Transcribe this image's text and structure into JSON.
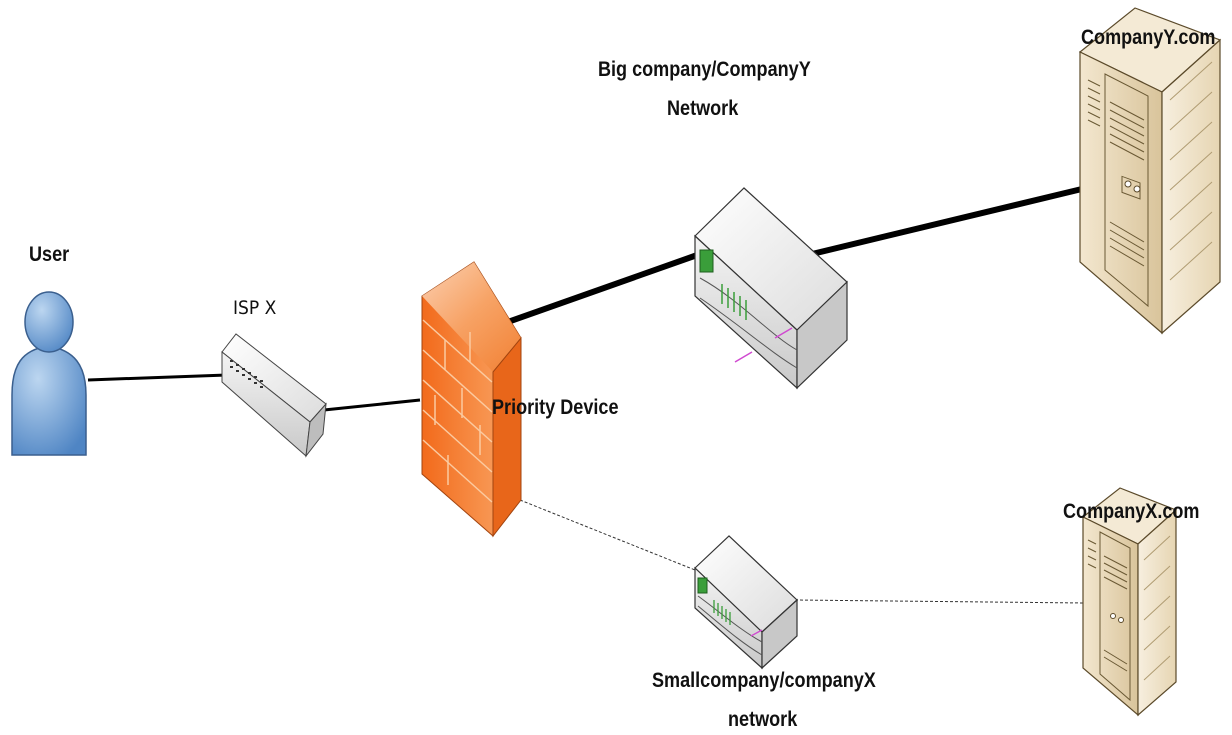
{
  "diagram": {
    "nodes": {
      "user": {
        "label": "User",
        "icon": "user-icon"
      },
      "isp": {
        "label": "ISP X",
        "icon": "network-switch-icon"
      },
      "priority": {
        "label": "Priority Device",
        "icon": "firewall-icon"
      },
      "router_y": {
        "label_line1": "Big company/CompanyY",
        "label_line2": "Network",
        "icon": "router-icon"
      },
      "router_x": {
        "label_line1": "Smallcompany/companyX",
        "label_line2": "network",
        "icon": "router-icon"
      },
      "server_y": {
        "label": "CompanyY.com",
        "icon": "server-tower-icon"
      },
      "server_x": {
        "label": "CompanyX.com",
        "icon": "server-tower-icon"
      }
    },
    "links": [
      {
        "from": "user",
        "to": "isp",
        "style": "solid"
      },
      {
        "from": "isp",
        "to": "priority",
        "style": "solid"
      },
      {
        "from": "priority",
        "to": "router_y",
        "style": "thick"
      },
      {
        "from": "router_y",
        "to": "server_y",
        "style": "thick"
      },
      {
        "from": "priority",
        "to": "router_x",
        "style": "dashed"
      },
      {
        "from": "router_x",
        "to": "server_x",
        "style": "dashed"
      }
    ],
    "colors": {
      "firewall": "#f47a2a",
      "user": "#6b9bd1",
      "server": "#eadbbd",
      "router": "#eeeeee",
      "led": "#3a9e3a"
    }
  }
}
